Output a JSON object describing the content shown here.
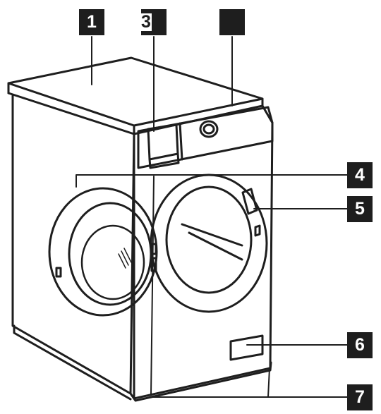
{
  "callouts": [
    {
      "id": "1",
      "label": "1"
    },
    {
      "id": "2",
      "label": ""
    },
    {
      "id": "3",
      "label": "3"
    },
    {
      "id": "4",
      "label": "4"
    },
    {
      "id": "5",
      "label": "5"
    },
    {
      "id": "6",
      "label": "6"
    },
    {
      "id": "7",
      "label": "7"
    }
  ],
  "colors": {
    "line": "#1e1e1e",
    "tag_bg": "#1e1e1e",
    "tag_text": "#ffffff",
    "fill": "#ffffff"
  }
}
